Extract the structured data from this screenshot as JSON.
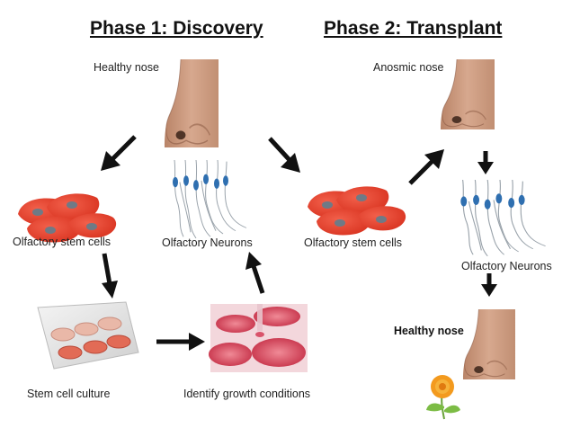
{
  "phase1": {
    "title": "Phase 1: Discovery",
    "healthy_nose_label": "Healthy nose",
    "stem_cells_label": "Olfactory stem cells",
    "neurons_label": "Olfactory Neurons",
    "culture_label": "Stem cell culture",
    "growth_label": "Identify growth conditions"
  },
  "phase2": {
    "title": "Phase 2: Transplant",
    "anosmic_nose_label": "Anosmic nose",
    "stem_cells_label": "Olfactory stem cells",
    "neurons_label": "Olfactory Neurons",
    "healthy_nose_label": "Healthy nose"
  },
  "colors": {
    "stem_cell_fill": "#e8412f",
    "nucleus_fill": "#6f7a86",
    "neuron_body": "#2f6fb0",
    "skin": "#c9977c",
    "arrow": "#111111",
    "petri_liquid": "#d9536a",
    "flower_petals": "#f39a1e"
  },
  "icons": [
    "nose-photo",
    "stem-cell-cluster",
    "neuron-bundle",
    "petri-dish-plate",
    "culture-dishes-photo",
    "flower-icon"
  ]
}
